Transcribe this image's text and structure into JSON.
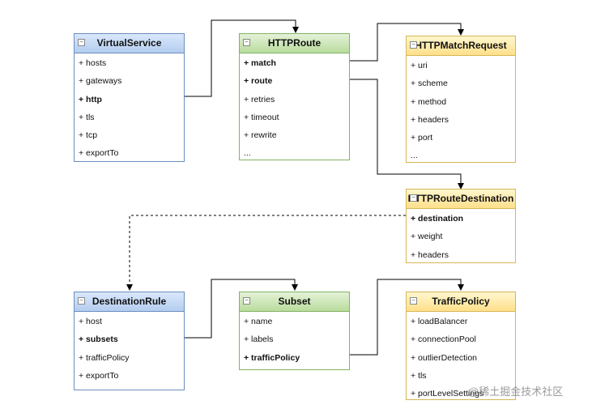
{
  "boxes": {
    "virtualService": {
      "title": "VirtualService",
      "fields": [
        "+ hosts",
        "+ gateways",
        "+ http",
        "+ tls",
        "+ tcp",
        "+ exportTo"
      ]
    },
    "httpRoute": {
      "title": "HTTPRoute",
      "fields": [
        "+ match",
        "+ route",
        "+ retries",
        "+ timeout",
        "+ rewrite",
        "..."
      ]
    },
    "httpMatchRequest": {
      "title": "HTTPMatchRequest",
      "fields": [
        "+ uri",
        "+ scheme",
        "+ method",
        "+ headers",
        "+ port",
        "..."
      ]
    },
    "httpRouteDestination": {
      "title": "HTTPRouteDestination",
      "fields": [
        "+ destination",
        "+ weight",
        "+ headers"
      ]
    },
    "destinationRule": {
      "title": "DestinationRule",
      "fields": [
        "+ host",
        "+ subsets",
        "+ trafficPolicy",
        "+ exportTo"
      ]
    },
    "subset": {
      "title": "Subset",
      "fields": [
        "+ name",
        "+ labels",
        "+ trafficPolicy"
      ]
    },
    "trafficPolicy": {
      "title": "TrafficPolicy",
      "fields": [
        "+ loadBalancer",
        "+ connectionPool",
        "+ outlierDetection",
        "+ tls",
        "+ portLevelSettings"
      ]
    }
  },
  "colors": {
    "blue_border": "#6c8ebf",
    "green_border": "#82b366",
    "yellow_border": "#d6b656",
    "connector": "#000000"
  },
  "watermark": "@稀土掘金技术社区"
}
